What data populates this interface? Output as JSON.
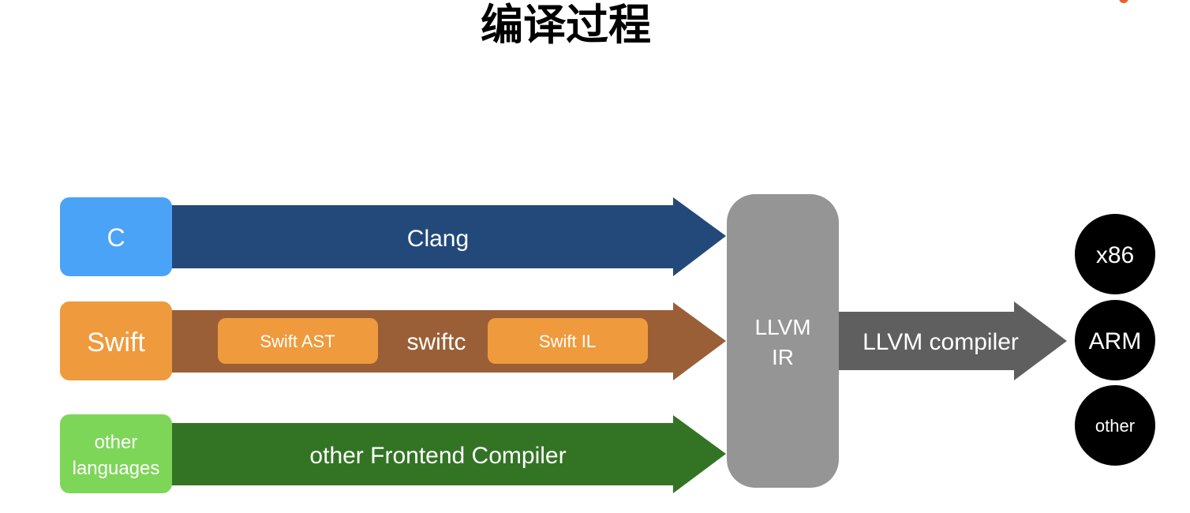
{
  "title": "编译过程",
  "colors": {
    "c_box": "#4aa3f7",
    "clang_arrow": "#23497a",
    "swift_box": "#ef9a3c",
    "swiftc_arrow": "#9a5f37",
    "swift_inner": "#ef9a3c",
    "other_box": "#7ed659",
    "other_arrow": "#337424",
    "llvm_ir": "#959595",
    "llvm_compiler_arrow": "#5f5f5f",
    "target": "#000000"
  },
  "sources": [
    {
      "label": "C"
    },
    {
      "label": "Swift"
    },
    {
      "label_line1": "other",
      "label_line2": "languages"
    }
  ],
  "frontends": [
    {
      "label": "Clang"
    },
    {
      "label": "swiftc",
      "stages": [
        "Swift AST",
        "Swift IL"
      ]
    },
    {
      "label": "other Frontend Compiler"
    }
  ],
  "ir": {
    "line1": "LLVM",
    "line2": "IR"
  },
  "backend": {
    "label": "LLVM compiler"
  },
  "targets": [
    "x86",
    "ARM",
    "other"
  ]
}
